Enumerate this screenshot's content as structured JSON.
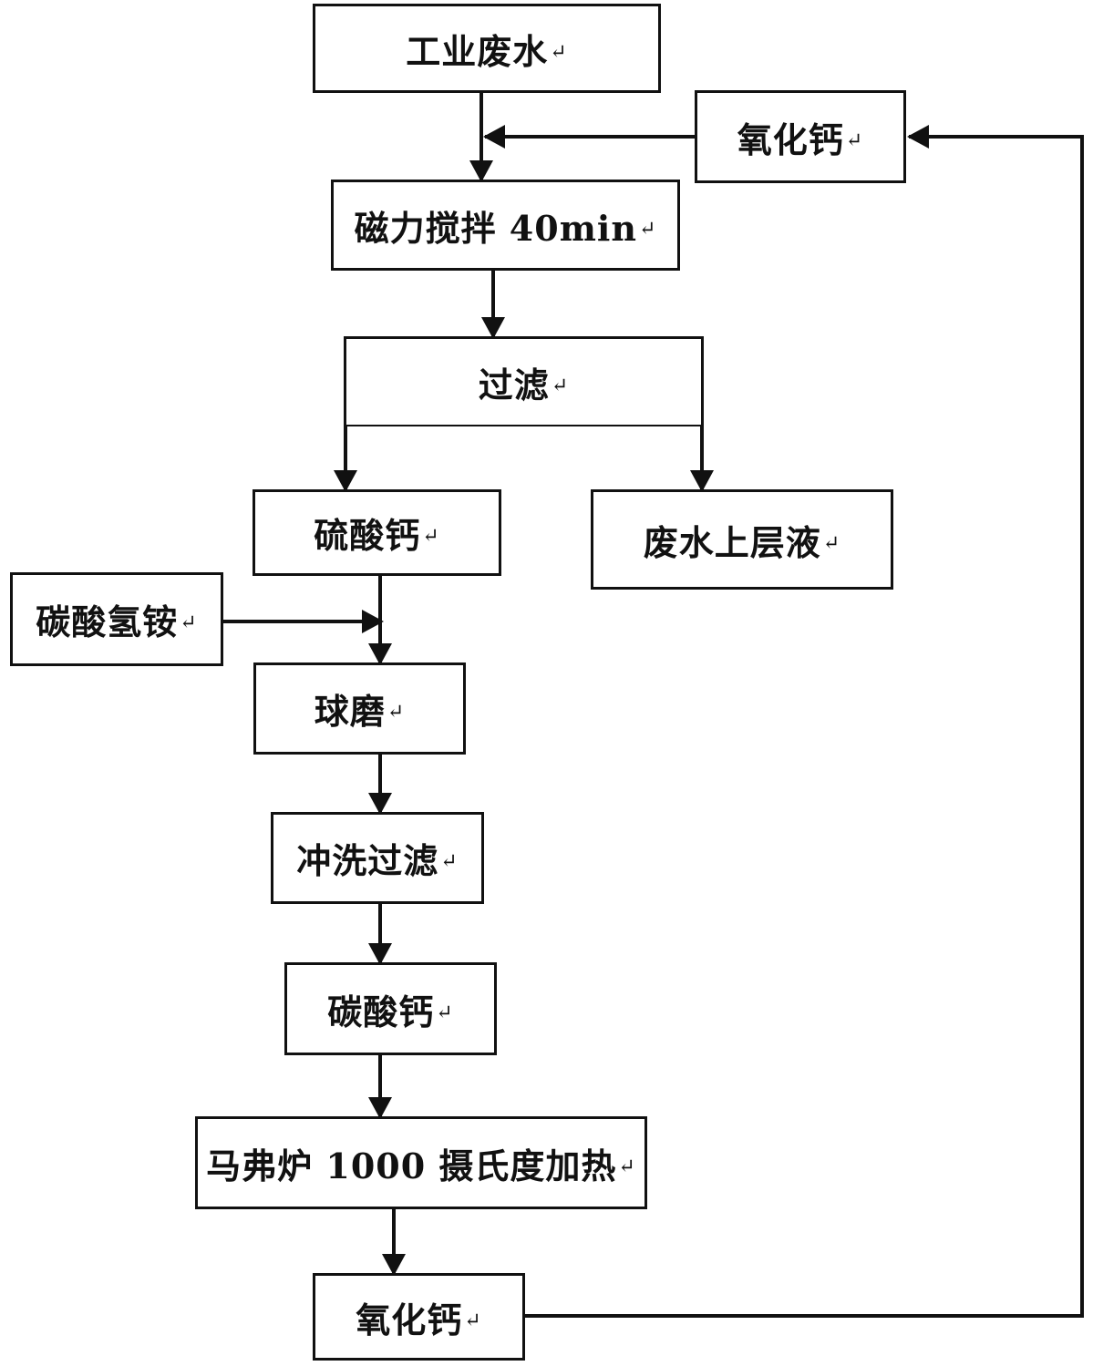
{
  "diagram": {
    "colors": {
      "line": "#111111",
      "background": "#ffffff"
    },
    "paragraph_mark": "↵",
    "nodes": {
      "industrial_wastewater": "工业废水",
      "calcium_oxide_input": "氧化钙",
      "magnetic_stirring": "磁力搅拌 40min",
      "filtration": "过滤",
      "calcium_sulfate": "硫酸钙",
      "wastewater_supernatant": "废水上层液",
      "ammonium_bicarbonate": "碳酸氢铵",
      "ball_milling": "球磨",
      "rinse_filtration": "冲洗过滤",
      "calcium_carbonate": "碳酸钙",
      "muffle_furnace_heating": "马弗炉 1000 摄氏度加热",
      "calcium_oxide_output": "氧化钙"
    }
  }
}
